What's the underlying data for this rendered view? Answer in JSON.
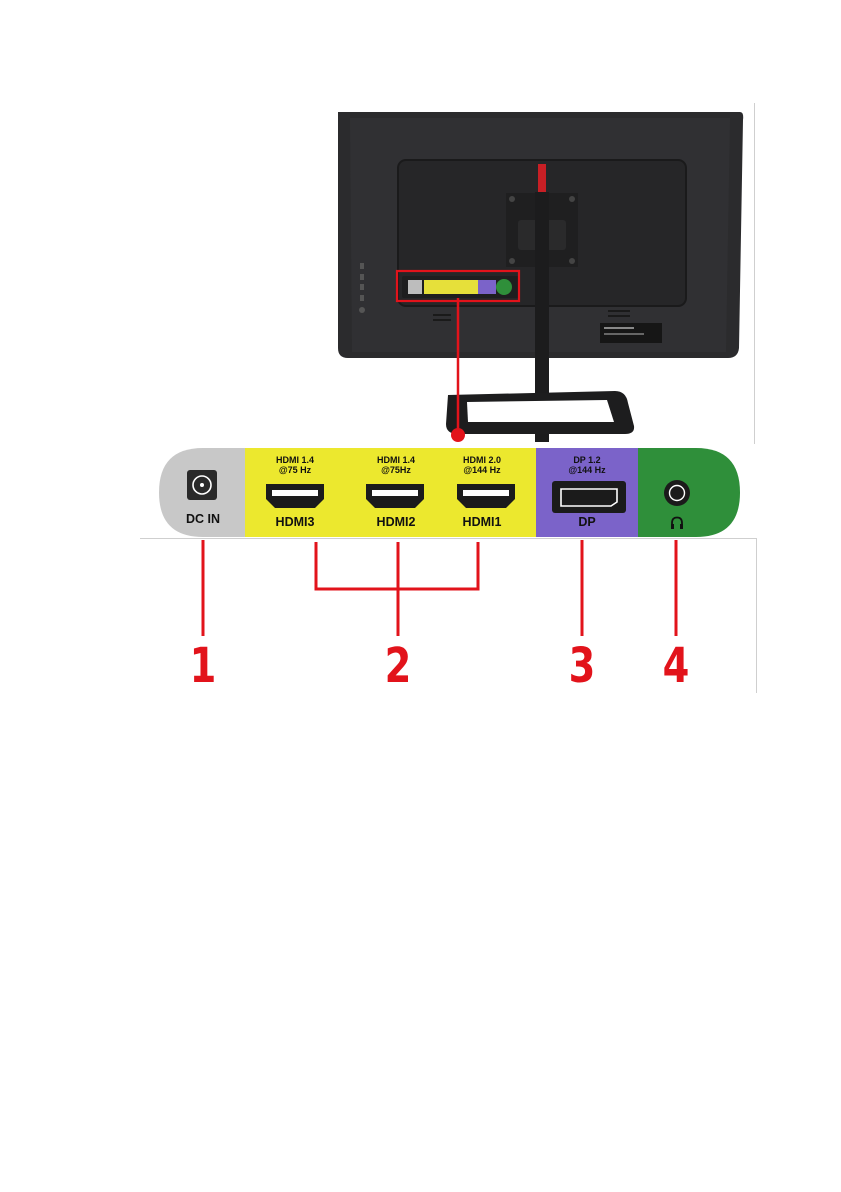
{
  "ports": [
    {
      "id": "dc-in",
      "name": "DC IN",
      "spec": ""
    },
    {
      "id": "hdmi3",
      "name": "HDMI3",
      "spec": "HDMI 1.4\n@75 Hz"
    },
    {
      "id": "hdmi2",
      "name": "HDMI2",
      "spec": "HDMI 1.4\n@75Hz"
    },
    {
      "id": "hdmi1",
      "name": "HDMI1",
      "spec": "HDMI 2.0\n@144 Hz"
    },
    {
      "id": "dp",
      "name": "DP",
      "spec": "DP 1.2\n@144 Hz"
    },
    {
      "id": "headphone",
      "name": "",
      "spec": ""
    }
  ],
  "callouts": [
    "1",
    "2",
    "3",
    "4"
  ],
  "colors": {
    "dc_zone": "#c8c8c8",
    "hdmi_zone": "#ece82e",
    "dp_zone": "#7b63c9",
    "audio_zone": "#2f8f3a",
    "callout_red": "#e2131b",
    "monitor_body": "#2a2a2c"
  },
  "icons": [
    "dc-jack-icon",
    "hdmi-port-icon",
    "displayport-icon",
    "headphone-jack-icon",
    "headphone-icon"
  ]
}
